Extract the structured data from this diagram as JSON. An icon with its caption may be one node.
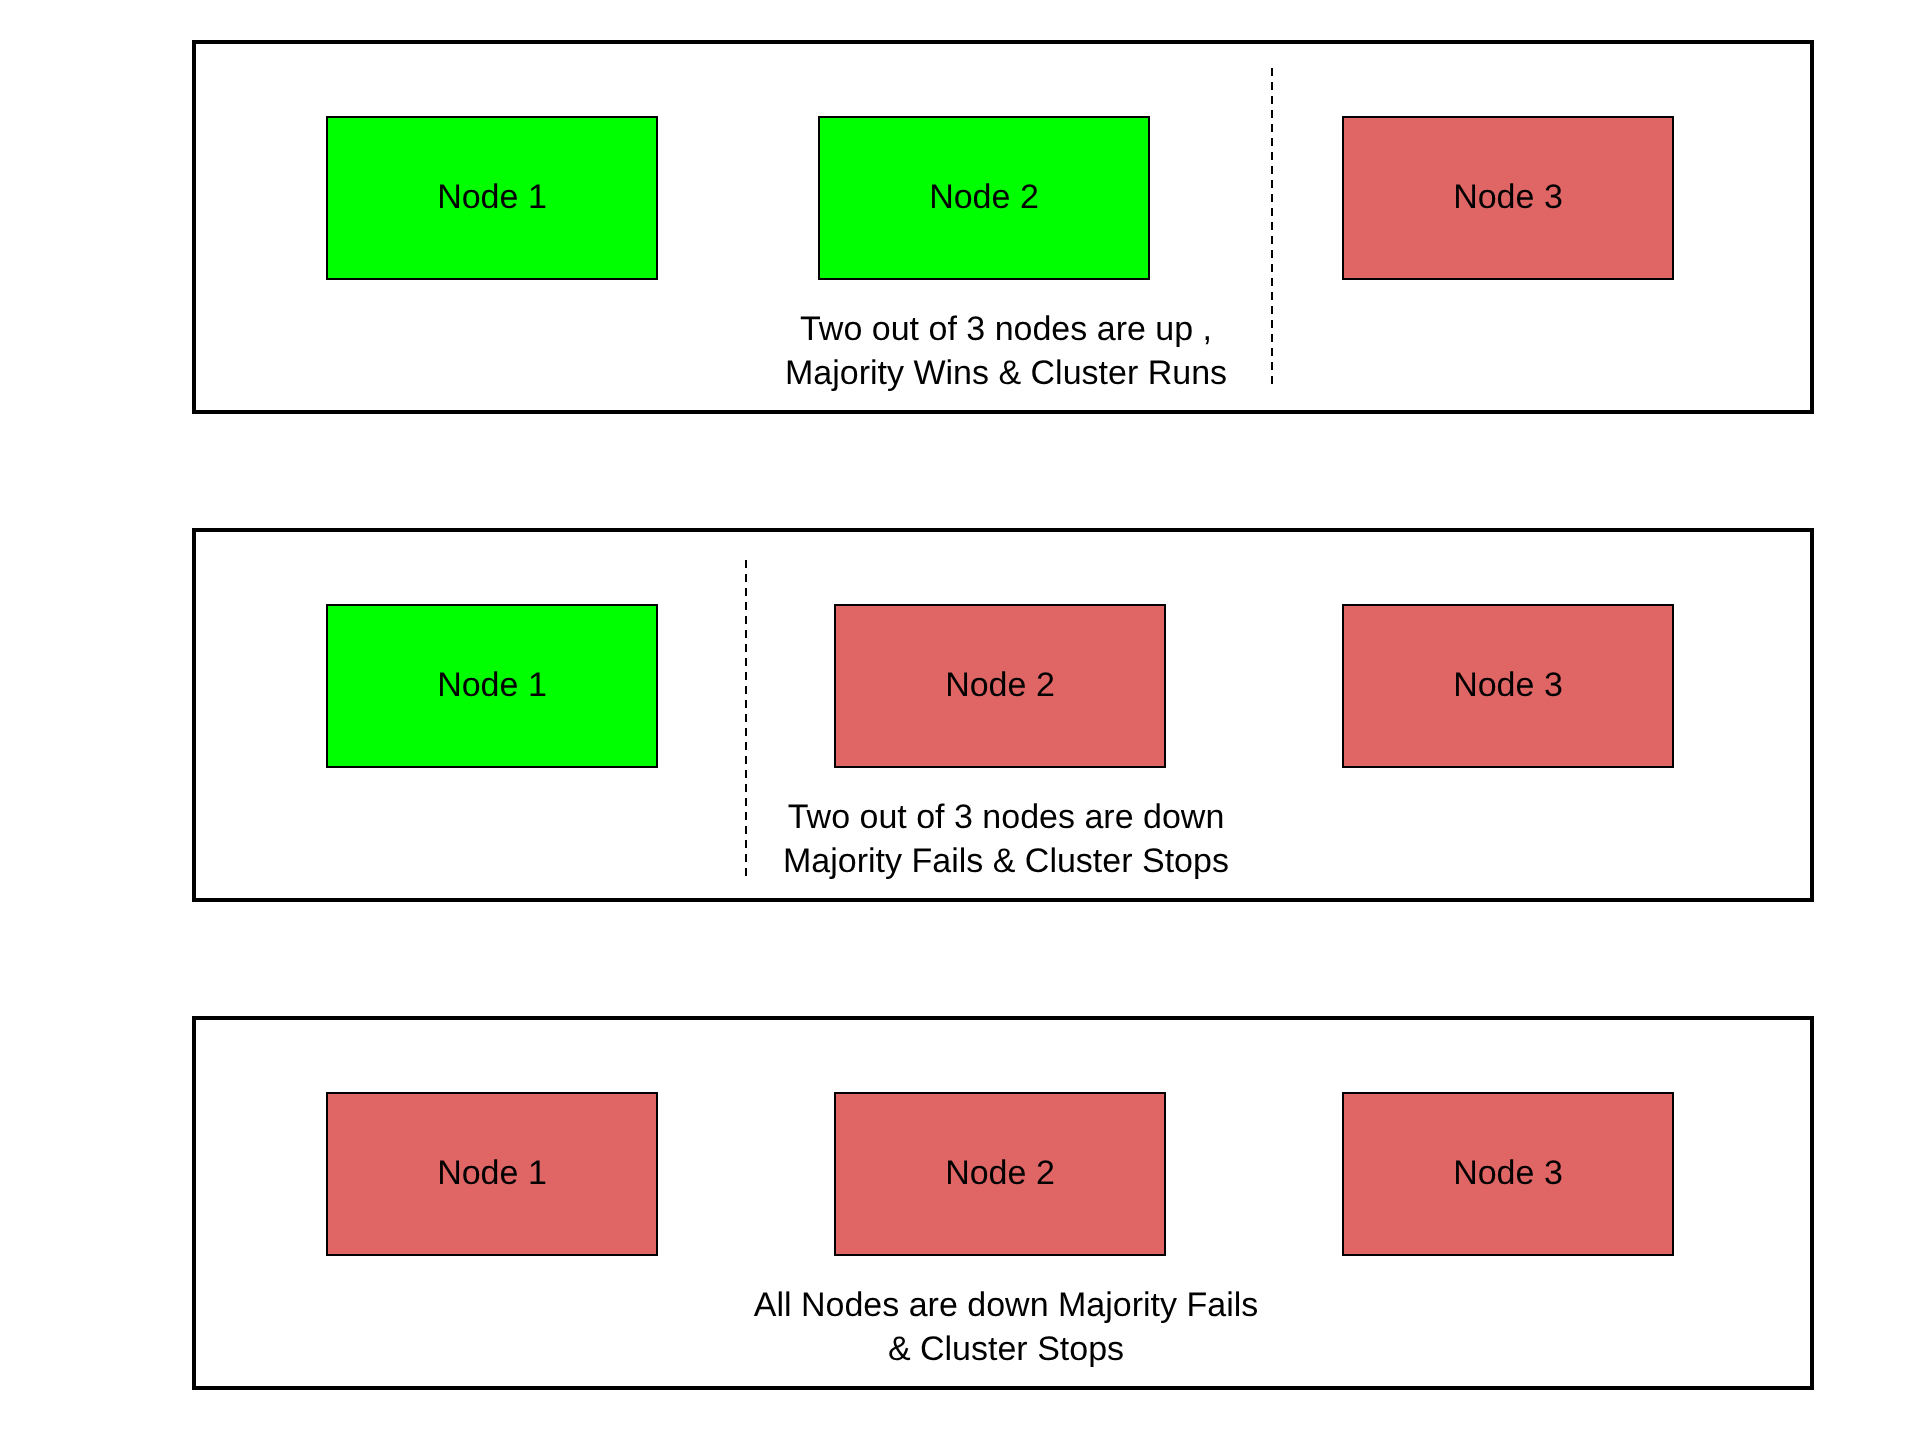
{
  "diagram": {
    "nodes": [
      {
        "text": [
          "Two out of 3 nodes are up , Majority Wins & Cluster Runs"
        ]
      },
      {
        "text": [
          "Node 1"
        ],
        "in": 0
      },
      {
        "text": [
          "Node 2"
        ],
        "in": 0
      },
      {
        "text": [
          "Node 3"
        ],
        "in": 0
      },
      {
        "text": [
          "Two out of 3 nodes are down Majority Fails & Cluster Stops"
        ]
      },
      {
        "text": [
          "Node 1"
        ],
        "in": 4
      },
      {
        "text": [
          "Node 2"
        ],
        "in": 4
      },
      {
        "text": [
          "Node 3"
        ],
        "in": 4
      },
      {
        "text": [
          "All Nodes are down Majority Fails & Cluster Stops"
        ]
      },
      {
        "text": [
          "Node 1"
        ],
        "in": 8
      },
      {
        "text": [
          "Node 2"
        ],
        "in": 8
      },
      {
        "text": [
          "Node 3"
        ],
        "in": 8
      }
    ],
    "edges": []
  }
}
